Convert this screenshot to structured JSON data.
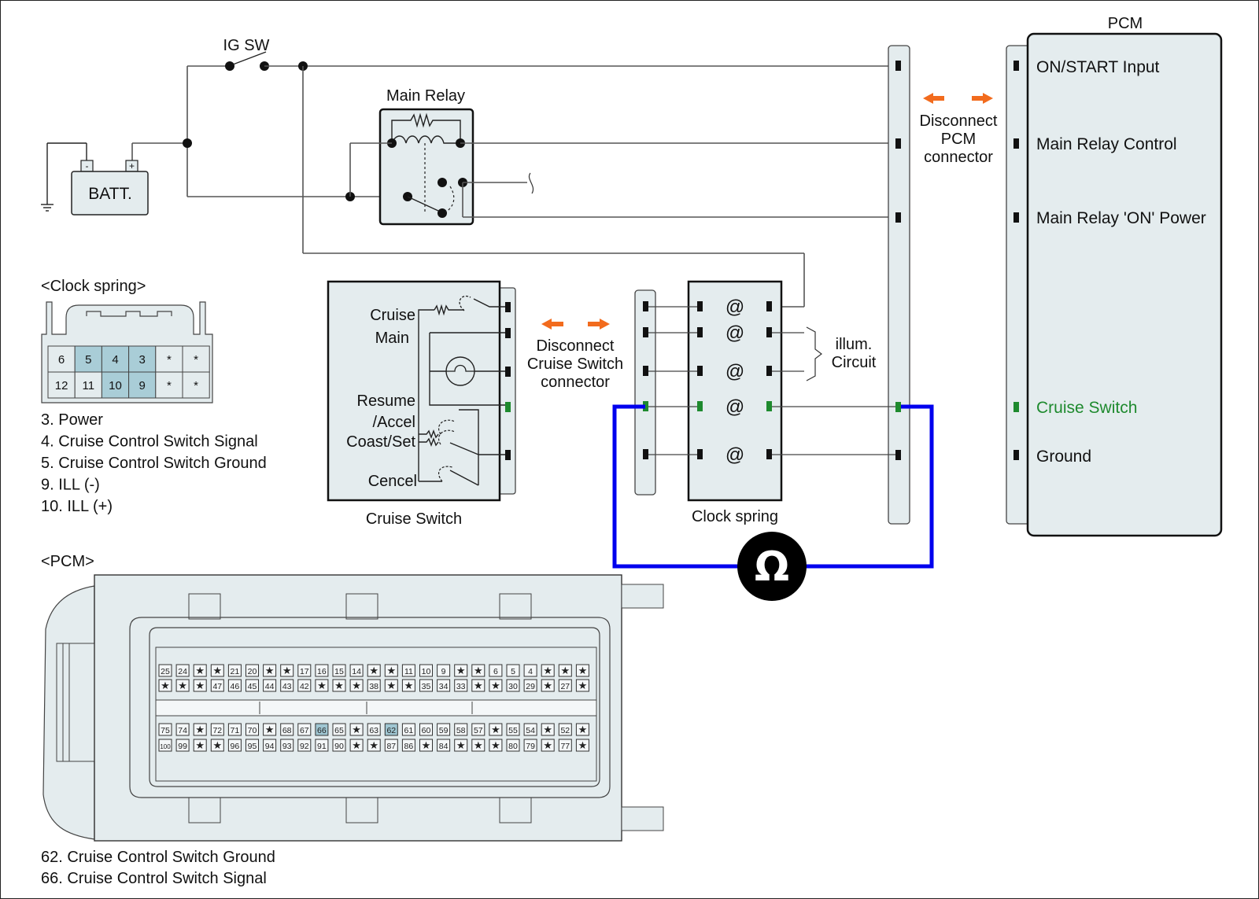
{
  "power": {
    "ig_sw": "IG SW",
    "battery": "BATT.",
    "battery_neg": "-",
    "battery_pos": "+",
    "main_relay": "Main Relay"
  },
  "pcm_block": {
    "title": "PCM",
    "pins": [
      {
        "label": "ON/START Input",
        "highlight": false
      },
      {
        "label": "Main Relay Control",
        "highlight": false
      },
      {
        "label": "Main Relay 'ON' Power",
        "highlight": false
      },
      {
        "label": "Cruise Switch",
        "highlight": true
      },
      {
        "label": "Ground",
        "highlight": false
      }
    ],
    "disconnect_label": [
      "Disconnect",
      "PCM",
      "connector"
    ]
  },
  "cruise_switch": {
    "title": "Cruise Switch",
    "labels": [
      "Cruise",
      "Main",
      "Resume",
      "/Accel",
      "Coast/Set",
      "Cencel"
    ],
    "disconnect_label": [
      "Disconnect",
      "Cruise Switch",
      "connector"
    ]
  },
  "clock_spring_block": {
    "title": "Clock spring",
    "illum_label": [
      "illum.",
      "Circuit"
    ]
  },
  "meter": {
    "symbol": "Ω",
    "color": "#0000ee"
  },
  "clock_spring_connector": {
    "heading": "<Clock spring>",
    "row1": [
      "6",
      "5",
      "4",
      "3",
      "*",
      "*"
    ],
    "row2": [
      "12",
      "11",
      "10",
      "9",
      "*",
      "*"
    ],
    "highlighted": [
      "5",
      "4",
      "3",
      "10",
      "9"
    ],
    "legend": [
      "3. Power",
      "4. Cruise Control Switch Signal",
      "5. Cruise Control Switch Ground",
      "9. ILL (-)",
      "10. ILL (+)"
    ]
  },
  "pcm_connector": {
    "heading": "<PCM>",
    "rows": [
      [
        "25",
        "24",
        "★",
        "★",
        "21",
        "20",
        "★",
        "★",
        "17",
        "16",
        "15",
        "14",
        "★",
        "★",
        "11",
        "10",
        "9",
        "★",
        "★",
        "6",
        "5",
        "4",
        "★",
        "★",
        "★"
      ],
      [
        "★",
        "★",
        "★",
        "47",
        "46",
        "45",
        "44",
        "43",
        "42",
        "★",
        "★",
        "★",
        "38",
        "★",
        "★",
        "35",
        "34",
        "33",
        "★",
        "★",
        "30",
        "29",
        "★",
        "27",
        "★"
      ],
      [
        "75",
        "74",
        "★",
        "72",
        "71",
        "70",
        "★",
        "68",
        "67",
        "66",
        "65",
        "★",
        "63",
        "62",
        "61",
        "60",
        "59",
        "58",
        "57",
        "★",
        "55",
        "54",
        "★",
        "52",
        "★"
      ],
      [
        "100",
        "99",
        "★",
        "★",
        "96",
        "95",
        "94",
        "93",
        "92",
        "91",
        "90",
        "★",
        "★",
        "87",
        "86",
        "★",
        "84",
        "★",
        "★",
        "★",
        "80",
        "79",
        "★",
        "77",
        "★"
      ]
    ],
    "highlighted": [
      "66",
      "62"
    ],
    "legend": [
      "62. Cruise Control Switch Ground",
      "66. Cruise Control Switch Signal"
    ]
  }
}
